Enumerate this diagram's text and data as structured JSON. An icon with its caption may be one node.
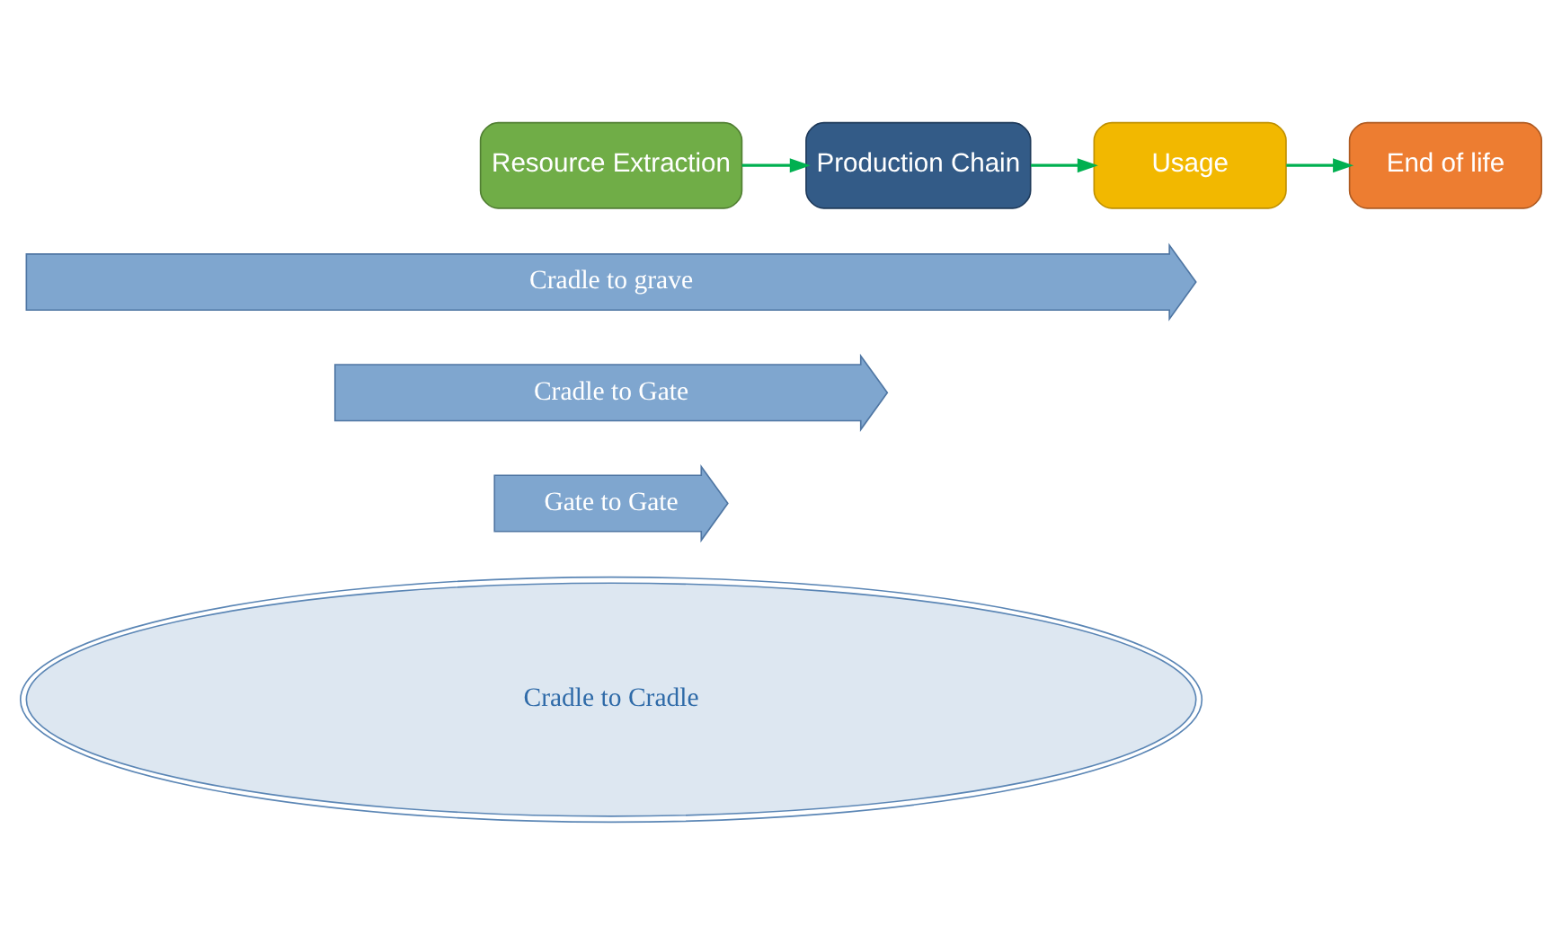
{
  "diagram": {
    "nodes": [
      {
        "text": [
          "Resource Extraction"
        ]
      },
      {
        "text": [
          "Production Chain"
        ]
      },
      {
        "text": [
          "Usage"
        ]
      },
      {
        "text": [
          "End of life"
        ]
      },
      {
        "text": [
          "Cradle to grave"
        ]
      },
      {
        "text": [
          "Cradle to Gate"
        ]
      },
      {
        "text": [
          "Gate to Gate"
        ]
      },
      {
        "text": [
          "Cradle to Cradle"
        ]
      }
    ],
    "edges": [
      {
        "from": 0,
        "to": 1,
        "arrow": "to"
      },
      {
        "from": 1,
        "to": 2,
        "arrow": "to"
      },
      {
        "from": 2,
        "to": 3,
        "arrow": "to"
      }
    ]
  }
}
